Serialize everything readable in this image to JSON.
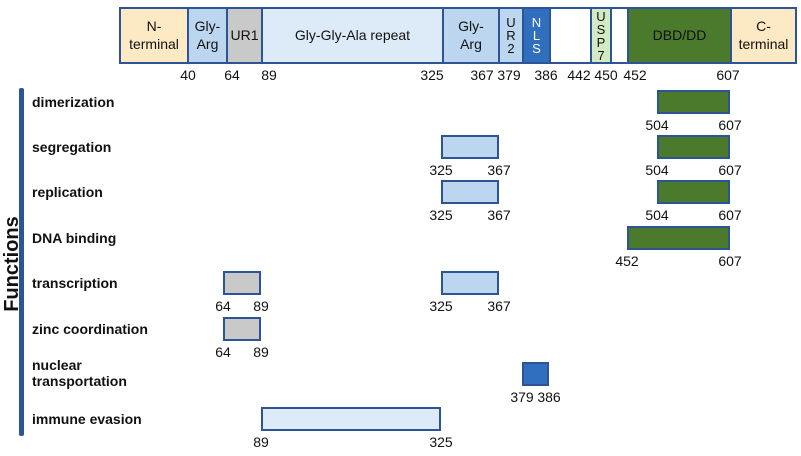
{
  "domains": [
    {
      "id": "n-terminal",
      "lines": [
        "N-",
        "terminal"
      ],
      "color": "#fde9c3"
    },
    {
      "id": "gly-arg-1",
      "lines": [
        "Gly-",
        "Arg"
      ],
      "color": "#bcd6ef"
    },
    {
      "id": "ur1",
      "lines": [
        "UR1"
      ],
      "color": "#c9c9c9"
    },
    {
      "id": "gly-gly-ala-repeat",
      "lines": [
        "Gly-Gly-Ala  repeat"
      ],
      "color": "#ddeaf8"
    },
    {
      "id": "gly-arg-2",
      "lines": [
        "Gly-",
        "Arg"
      ],
      "color": "#bcd6ef"
    },
    {
      "id": "ur2",
      "lines": [
        "U",
        "R",
        "2"
      ],
      "color": "#bcd6ef",
      "vertical": true
    },
    {
      "id": "nls",
      "lines": [
        "N",
        "L",
        "S"
      ],
      "color": "#2f6fbe",
      "vertical": true
    },
    {
      "id": "blank-1",
      "lines": [],
      "color": "#ffffff"
    },
    {
      "id": "usp7",
      "lines": [
        "U",
        "S",
        "P",
        "7"
      ],
      "color": "#d3ebc4",
      "vertical": true
    },
    {
      "id": "blank-2",
      "lines": [],
      "color": "#ffffff"
    },
    {
      "id": "dbd-dd",
      "lines": [
        "DBD/DD"
      ],
      "color": "#4b7a2d"
    },
    {
      "id": "c-terminal",
      "lines": [
        "C-",
        "terminal"
      ],
      "color": "#fde9c3"
    }
  ],
  "positions": [
    "40",
    "64",
    "89",
    "325",
    "367",
    "379",
    "386",
    "442",
    "450",
    "452",
    "607"
  ],
  "axis_title": "Functions",
  "functions": [
    {
      "label": "dimerization",
      "regions": [
        {
          "start": 504,
          "end": 607,
          "color": "#4b7a2d"
        }
      ]
    },
    {
      "label": "segregation",
      "regions": [
        {
          "start": 325,
          "end": 367,
          "color": "#bcd6ef"
        },
        {
          "start": 504,
          "end": 607,
          "color": "#4b7a2d"
        }
      ]
    },
    {
      "label": "replication",
      "regions": [
        {
          "start": 325,
          "end": 367,
          "color": "#bcd6ef"
        },
        {
          "start": 504,
          "end": 607,
          "color": "#4b7a2d"
        }
      ]
    },
    {
      "label": "DNA binding",
      "regions": [
        {
          "start": 452,
          "end": 607,
          "color": "#4b7a2d"
        }
      ]
    },
    {
      "label": "transcription",
      "regions": [
        {
          "start": 64,
          "end": 89,
          "color": "#c9c9c9"
        },
        {
          "start": 325,
          "end": 367,
          "color": "#bcd6ef"
        }
      ]
    },
    {
      "label": "zinc coordination",
      "regions": [
        {
          "start": 64,
          "end": 89,
          "color": "#c9c9c9"
        }
      ]
    },
    {
      "label": "nuclear\ntransportation",
      "regions": [
        {
          "start": 379,
          "end": 386,
          "color": "#2f6fbe"
        }
      ]
    },
    {
      "label": "immune  evasion",
      "regions": [
        {
          "start": 89,
          "end": 325,
          "color": "#ddeaf8"
        }
      ]
    }
  ]
}
